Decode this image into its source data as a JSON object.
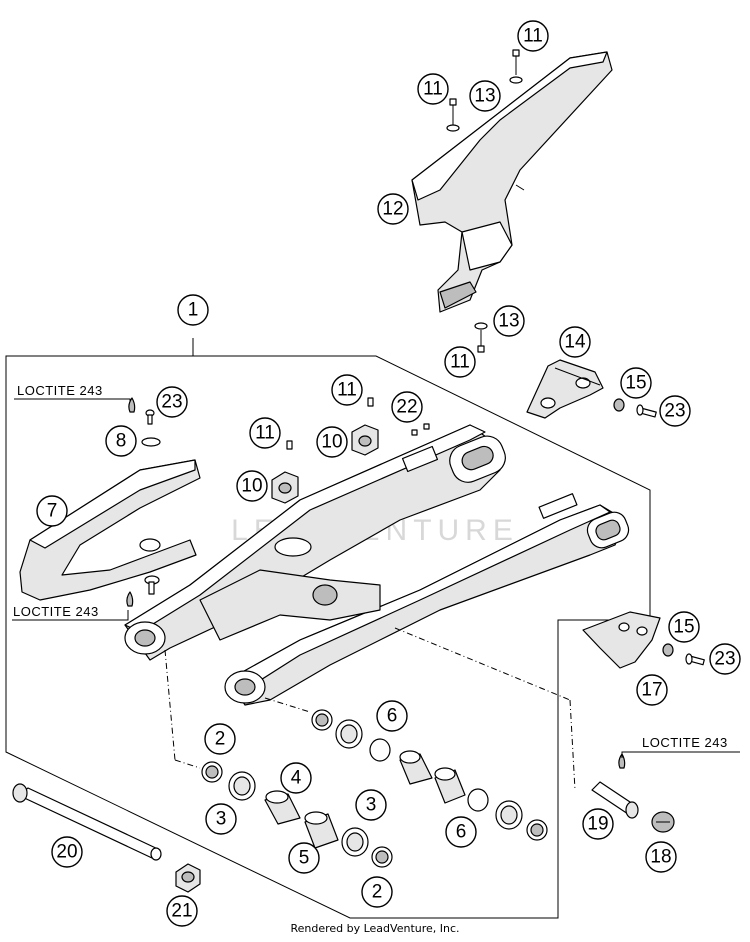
{
  "watermark": "LEADVENTURE",
  "footer": "Rendered by LeadVenture, Inc.",
  "notes": [
    "LOCTITE 243",
    "LOCTITE 243",
    "LOCTITE 243"
  ],
  "callouts": [
    "11",
    "11",
    "13",
    "12",
    "13",
    "11",
    "1",
    "14",
    "15",
    "23",
    "11",
    "22",
    "10",
    "11",
    "10",
    "23",
    "8",
    "7",
    "15",
    "23",
    "17",
    "6",
    "2",
    "4",
    "3",
    "6",
    "3",
    "5",
    "2",
    "19",
    "18",
    "20",
    "21"
  ]
}
